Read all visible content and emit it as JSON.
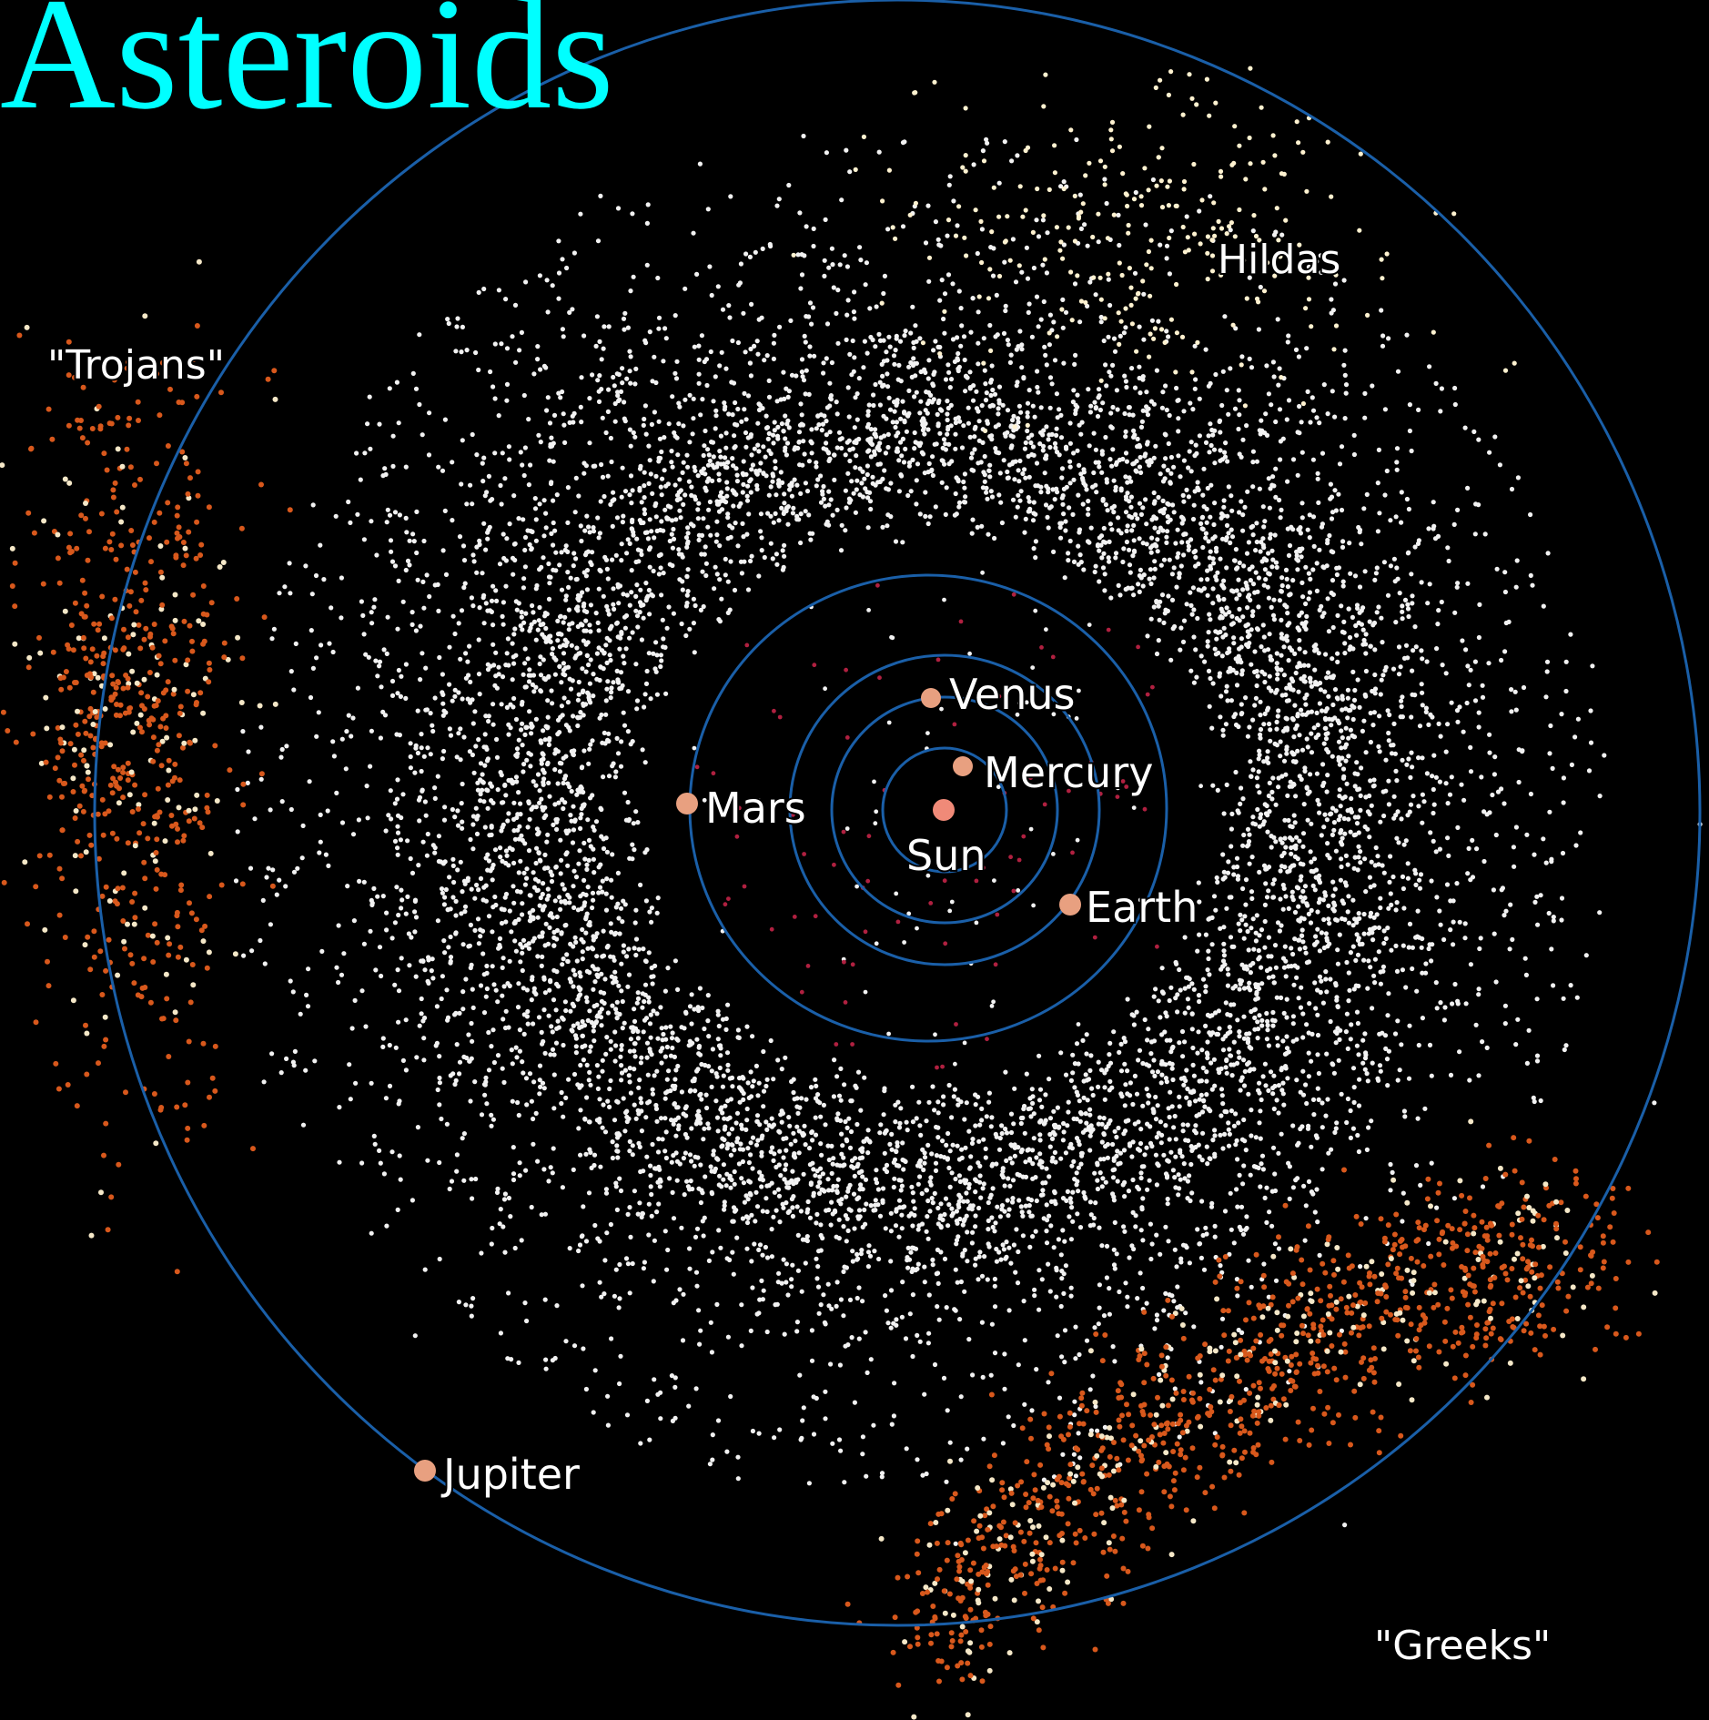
{
  "title": "Asteroids",
  "colors": {
    "background": "#000000",
    "title": "#00ffff",
    "orbit": "#1a5fa8",
    "main_belt": "#f2f2f2",
    "trojans": "#d8581c",
    "planet": "#e8a080",
    "sun": "#f08a78",
    "label": "#ffffff"
  },
  "bodies": {
    "sun": "Sun",
    "mercury": "Mercury",
    "venus": "Venus",
    "earth": "Earth",
    "mars": "Mars",
    "jupiter": "Jupiter"
  },
  "groups": {
    "hildas": "Hildas",
    "trojans": "\"Trojans\"",
    "greeks": "\"Greeks\""
  }
}
